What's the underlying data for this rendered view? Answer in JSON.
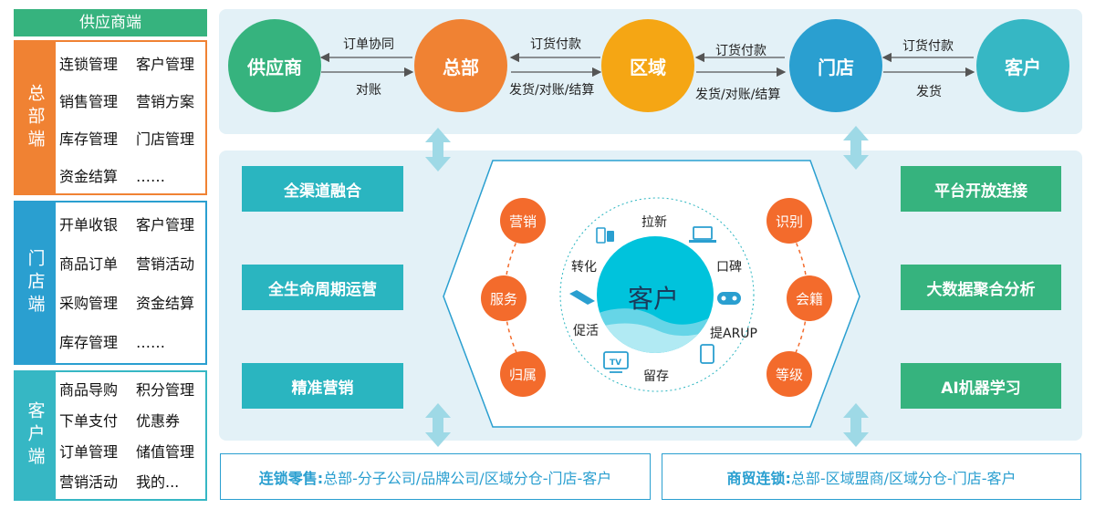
{
  "left": {
    "supplier_title": "供应商端",
    "sections": [
      {
        "label": "总部端",
        "items": [
          "连锁管理",
          "客户管理",
          "销售管理",
          "营销方案",
          "库存管理",
          "门店管理",
          "资金结算",
          "……"
        ]
      },
      {
        "label": "门店端",
        "items": [
          "开单收银",
          "客户管理",
          "商品订单",
          "营销活动",
          "采购管理",
          "资金结算",
          "库存管理",
          "……"
        ]
      },
      {
        "label": "客户端",
        "items": [
          "商品导购",
          "积分管理",
          "下单支付",
          "优惠券",
          "订单管理",
          "储值管理",
          "营销活动",
          "我的..."
        ]
      }
    ]
  },
  "flow": {
    "nodes": [
      {
        "label": "供应商",
        "color": "#36b37e"
      },
      {
        "label": "总部",
        "color": "#f08233"
      },
      {
        "label": "区域",
        "color": "#f5a614"
      },
      {
        "label": "门店",
        "color": "#2a9fd0"
      },
      {
        "label": "客户",
        "color": "#36b7c4"
      }
    ],
    "links": [
      {
        "top": "订单协同",
        "bottom": "对账"
      },
      {
        "top": "订货付款",
        "bottom": "发货/对账/结算"
      },
      {
        "top": "订货付款",
        "bottom": "发货/对账/结算"
      },
      {
        "top": "订货付款",
        "bottom": "发货"
      }
    ]
  },
  "left_features": [
    "全渠道融合",
    "全生命周期运营",
    "精准营销"
  ],
  "right_features": [
    "平台开放连接",
    "大数据聚合分析",
    "AI机器学习"
  ],
  "center": {
    "core": "客户",
    "left_circles": [
      "营销",
      "服务",
      "归属"
    ],
    "right_circles": [
      "识别",
      "会籍",
      "等级"
    ],
    "ring_labels": [
      "拉新",
      "口碑",
      "提ARUP",
      "留存",
      "促活",
      "转化"
    ]
  },
  "bottom": [
    {
      "title": "连锁零售:",
      "text": "总部-分子公司/品牌公司/区域分仓-门店-客户"
    },
    {
      "title": "商贸连锁:",
      "text": "总部-区域盟商/区域分仓-门店-客户"
    }
  ],
  "colors": {
    "orange": "#f36b2c",
    "teal": "#2ab5c0",
    "green": "#36b37e",
    "blue": "#2a9fd0",
    "panel": "#e3f1f7"
  }
}
